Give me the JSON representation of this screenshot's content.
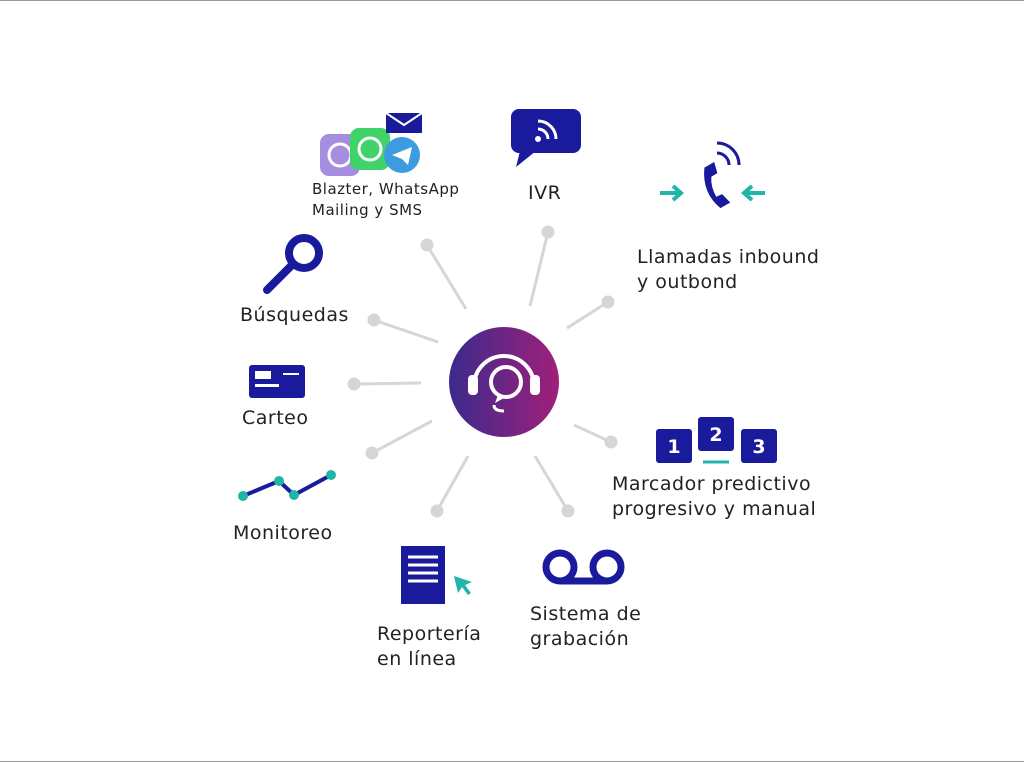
{
  "center": {
    "icon": "headset-chat-icon"
  },
  "features": [
    {
      "id": "mensajeria",
      "lines": [
        "Blazter, WhatsApp",
        "Mailing y SMS"
      ],
      "icon": "messaging-apps-icon"
    },
    {
      "id": "ivr",
      "lines": [
        "IVR"
      ],
      "icon": "ivr-speech-bubble-icon"
    },
    {
      "id": "llamadas",
      "lines": [
        "Llamadas inbound",
        "y outbond"
      ],
      "icon": "phone-inbound-outbound-icon"
    },
    {
      "id": "busquedas",
      "lines": [
        "Búsquedas"
      ],
      "icon": "search-icon"
    },
    {
      "id": "carteo",
      "lines": [
        "Carteo"
      ],
      "icon": "card-icon"
    },
    {
      "id": "monitoreo",
      "lines": [
        "Monitoreo"
      ],
      "icon": "line-chart-icon"
    },
    {
      "id": "reporteria",
      "lines": [
        "Reportería",
        "en línea"
      ],
      "icon": "report-document-icon"
    },
    {
      "id": "grabacion",
      "lines": [
        "Sistema de",
        "grabación"
      ],
      "icon": "voicemail-icon"
    },
    {
      "id": "marcador",
      "lines": [
        "Marcador predictivo",
        "progresivo y manual"
      ],
      "icon": "dialer-123-icon"
    }
  ],
  "dialer_digits": [
    "1",
    "2",
    "3"
  ],
  "colors": {
    "navy": "#1a1a9c",
    "teal": "#1fb5a8",
    "spoke": "#d6d6d6",
    "purple_start": "#3b2a8c",
    "purple_end": "#a0207a"
  }
}
